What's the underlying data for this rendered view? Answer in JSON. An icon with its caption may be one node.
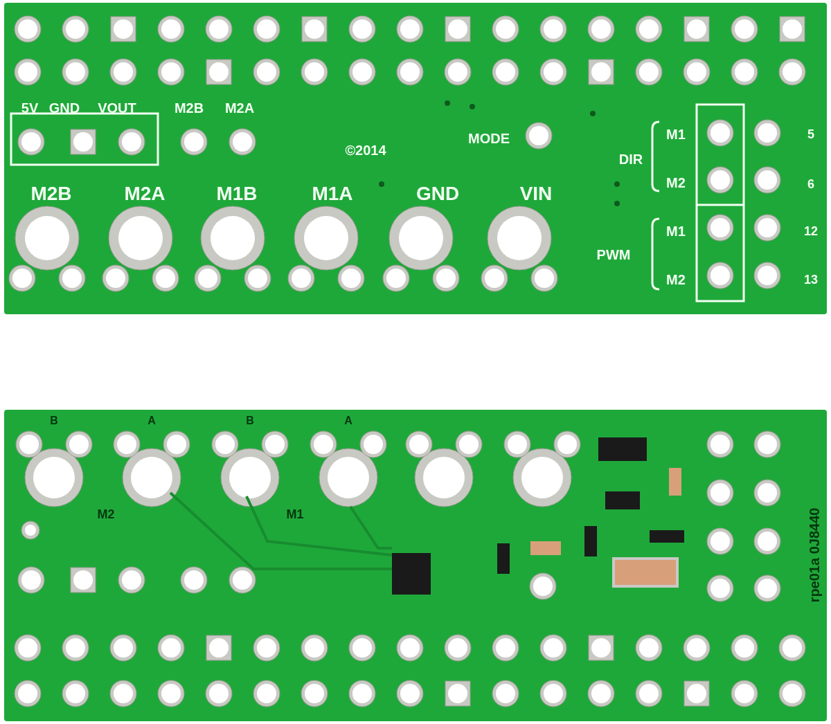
{
  "diagram": {
    "labels": [
      "5V",
      "GND",
      "VOUT",
      "M2B",
      "M2A",
      "©2014",
      "MODE",
      "M1",
      "5",
      "DIR",
      "M2",
      "6",
      "M2B",
      "M2A",
      "M1B",
      "M1A",
      "GND",
      "VIN",
      "M1",
      "12",
      "PWM",
      "M2",
      "13",
      "B",
      "A",
      "B",
      "A",
      "M2",
      "M1",
      "rpe01a 0J8440"
    ]
  }
}
